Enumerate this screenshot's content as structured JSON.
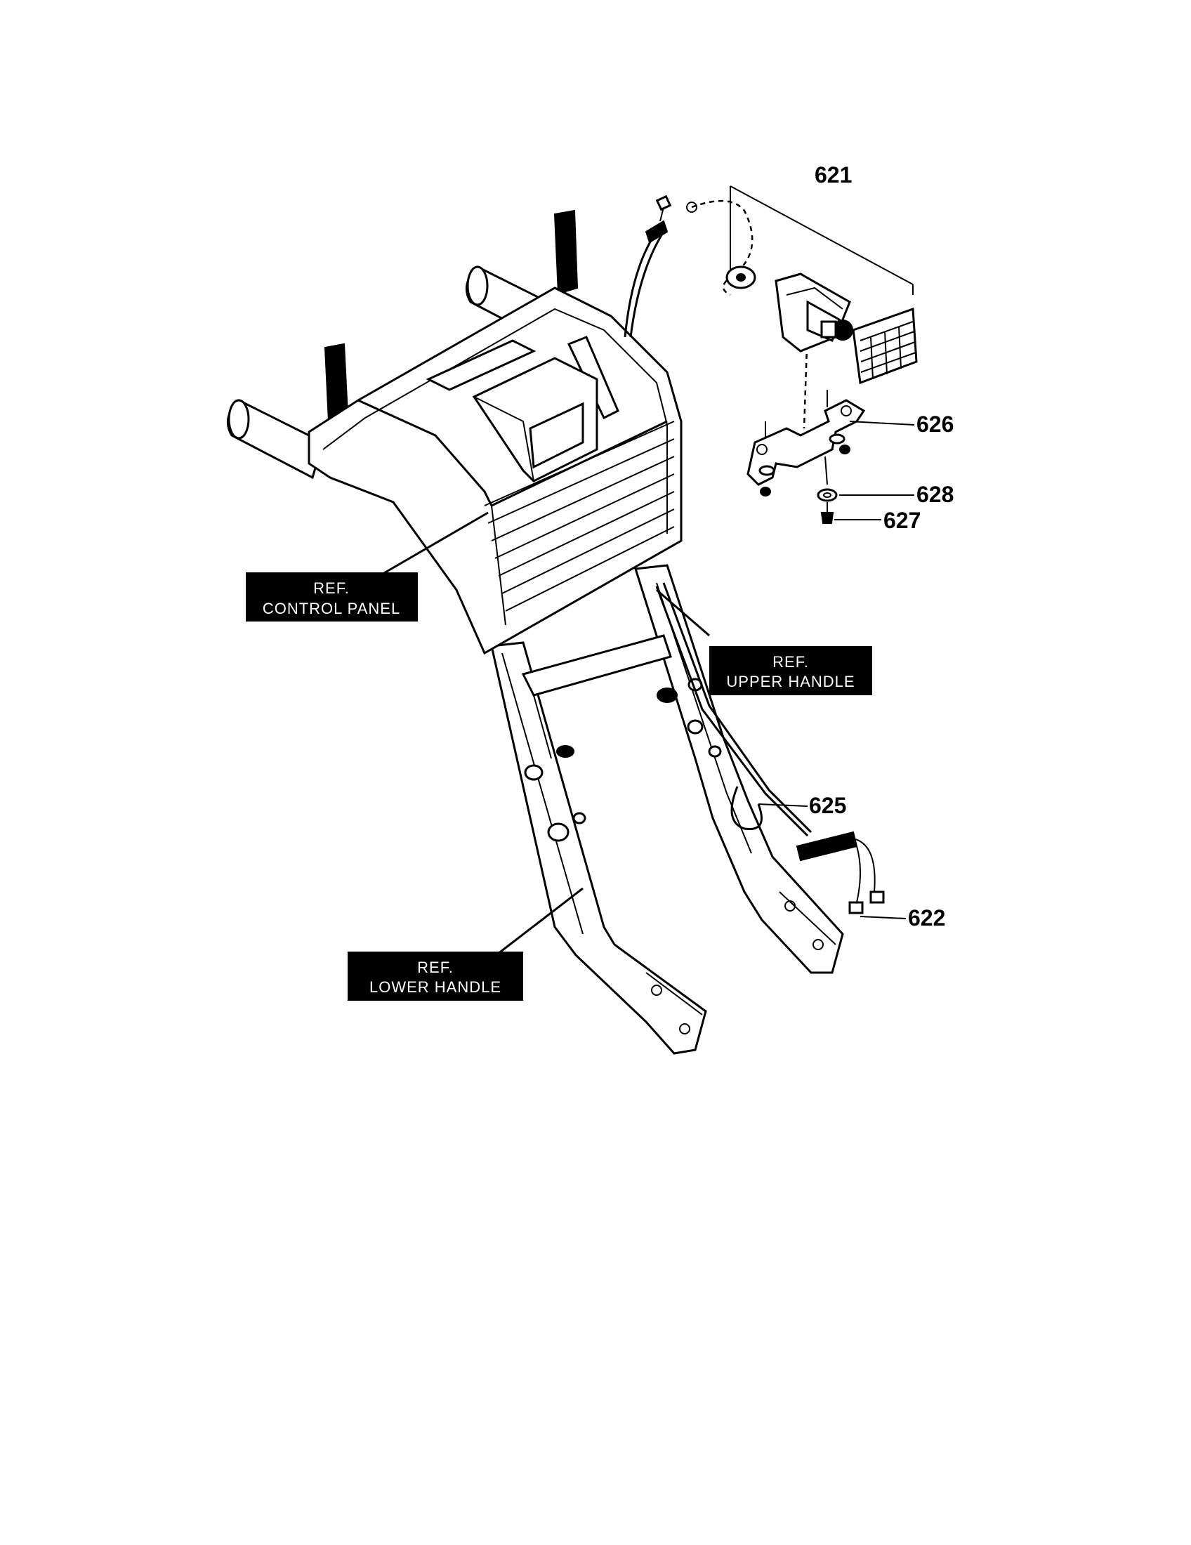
{
  "part_numbers": {
    "p621": "621",
    "p626": "626",
    "p628": "628",
    "p627": "627",
    "p625": "625",
    "p622": "622"
  },
  "references": {
    "control_panel": {
      "line1": "REF.",
      "line2": "CONTROL PANEL"
    },
    "upper_handle": {
      "line1": "REF.",
      "line2": "UPPER HANDLE"
    },
    "lower_handle": {
      "line1": "REF.",
      "line2": "LOWER HANDLE"
    }
  }
}
